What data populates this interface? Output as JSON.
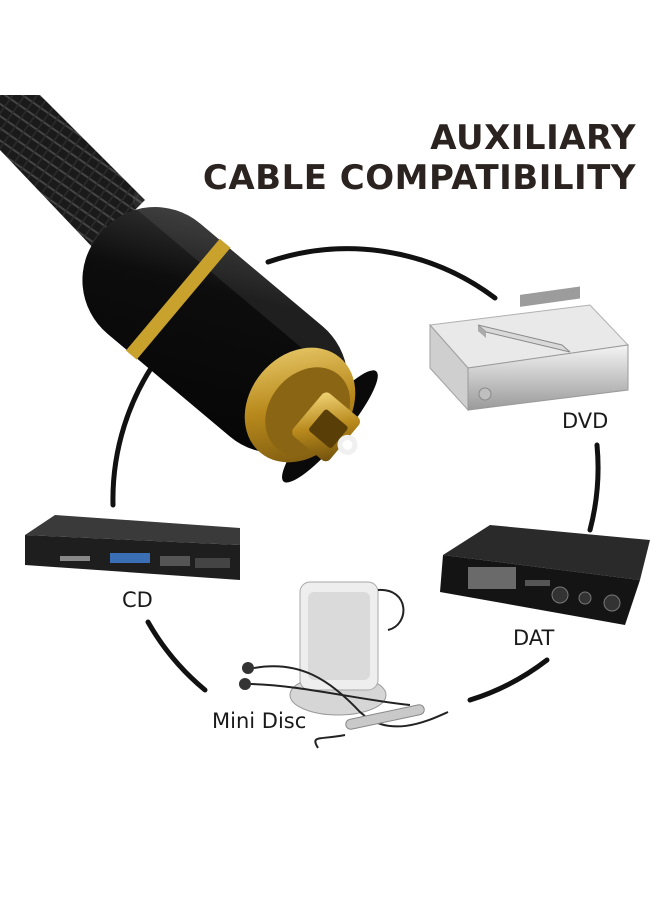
{
  "title": {
    "line1": "AUXILIARY",
    "line2": "CABLE COMPATIBILITY"
  },
  "devices": {
    "dvd": "DVD",
    "cd": "CD",
    "dat": "DAT",
    "minidisc": "Mini Disc"
  },
  "colors": {
    "ring": "#111111",
    "title_text": "#2a2320",
    "gold": "#c9a22e",
    "cable_black": "#141414"
  }
}
